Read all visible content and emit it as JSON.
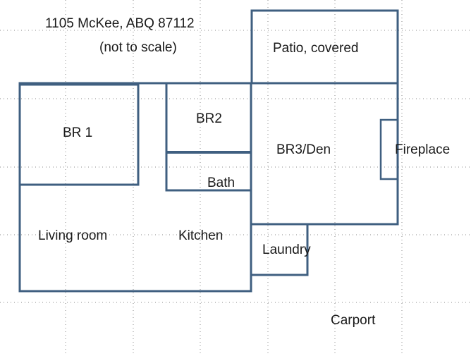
{
  "title": "1105 McKee, ABQ 87112",
  "subtitle": "(not to scale)",
  "rooms": {
    "patio": "Patio, covered",
    "br1": "BR 1",
    "br2": "BR2",
    "br3": "BR3/Den",
    "fireplace": "Fireplace",
    "bath": "Bath",
    "living": "Living room",
    "kitchen": "Kitchen",
    "laundry": "Laundry",
    "carport": "Carport"
  },
  "colors": {
    "wall": "#3f5f80",
    "grid": "#888888"
  }
}
